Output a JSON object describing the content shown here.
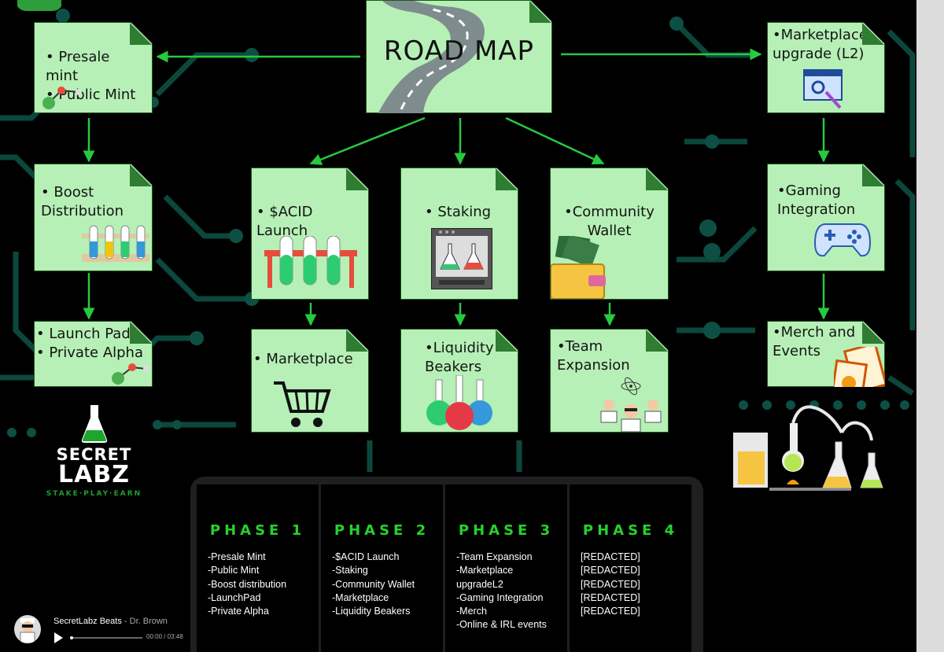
{
  "roadmap": {
    "title": "ROAD MAP",
    "cards": {
      "presale": "• Presale mint\n• Public Mint",
      "boost": "• Boost\nDistribution",
      "launchpad": "• Launch Pad\n• Private Alpha",
      "acid": "• $ACID Launch",
      "staking": "• Staking",
      "community": "•Community\nWallet",
      "marketplace": "• Marketplace",
      "liquidity": "•Liquidity\nBeakers",
      "team": "•Team\nExpansion",
      "marketplace_upgrade": "•Marketplace\nupgrade (L2)",
      "gaming": "•Gaming\nIntegration",
      "merch": "•Merch and\nEvents"
    }
  },
  "logo": {
    "line1": "SECRET",
    "line2": "LABZ",
    "tagline": "STAKE·PLAY·EARN"
  },
  "phases": [
    {
      "title": "PHASE 1",
      "items": [
        "-Presale Mint",
        "-Public Mint",
        "-Boost distribution",
        "-LaunchPad",
        "-Private Alpha"
      ]
    },
    {
      "title": "PHASE 2",
      "items": [
        "-$ACID Launch",
        "-Staking",
        "-Community Wallet",
        "-Marketplace",
        "-Liquidity Beakers"
      ]
    },
    {
      "title": "PHASE 3",
      "items": [
        "-Team Expansion",
        "-Marketplace",
        "upgradeL2",
        "-Gaming Integration",
        "-Merch",
        "-Online & IRL events"
      ]
    },
    {
      "title": "PHASE 4",
      "items": [
        "[REDACTED]",
        "[REDACTED]",
        "[REDACTED]",
        "[REDACTED]",
        "[REDACTED]"
      ]
    }
  ],
  "player": {
    "song": "SecretLabz Beats",
    "separator": " - ",
    "artist": "Dr. Brown",
    "time": "00:00 / 03:48",
    "progress": 0
  },
  "colors": {
    "note_fill": "#b6f0b6",
    "note_fold": "#2e7d32",
    "arrow": "#27c93f",
    "phase_title": "#26d12e",
    "circuit": "#0d5a4a"
  },
  "icons": [
    "molecule-icon",
    "test-tube-rack-icon",
    "test-tubes-icon",
    "staking-machine-icon",
    "wallet-icon",
    "shopping-cart-icon",
    "flasks-icon",
    "team-icon",
    "settings-window-icon",
    "gamepad-icon",
    "merch-cards-icon",
    "road-icon",
    "lab-equipment-icon",
    "flask-logo-icon",
    "play-icon"
  ]
}
